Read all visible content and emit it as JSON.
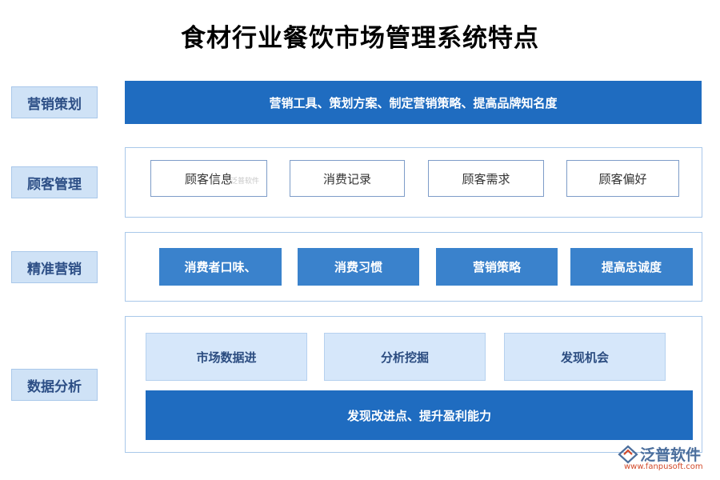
{
  "title": "食材行业餐饮市场管理系统特点",
  "rows": [
    {
      "label": "营销策划",
      "banner": "营销工具、策划方案、制定营销策略、提高品牌知名度"
    },
    {
      "label": "顾客管理",
      "items": [
        "顾客信息",
        "消费记录",
        "顾客需求",
        "顾客偏好"
      ]
    },
    {
      "label": "精准营销",
      "items": [
        "消费者口味、",
        "消费习惯",
        "营销策略",
        "提高忠诚度"
      ]
    },
    {
      "label": "数据分析",
      "items": [
        "市场数据进",
        "分析挖掘",
        "发现机会"
      ],
      "banner": "发现改进点、提升盈利能力"
    }
  ],
  "watermark_small": "泛普软件",
  "logo": {
    "name": "泛普软件",
    "url": "www.fanpusoft.com"
  },
  "colors": {
    "banner": "#1f6cc0",
    "solid_box": "#3a82cc",
    "label_bg": "#cfe2f6",
    "label_text": "#2d4f86",
    "logo_url": "#d24a2a"
  }
}
